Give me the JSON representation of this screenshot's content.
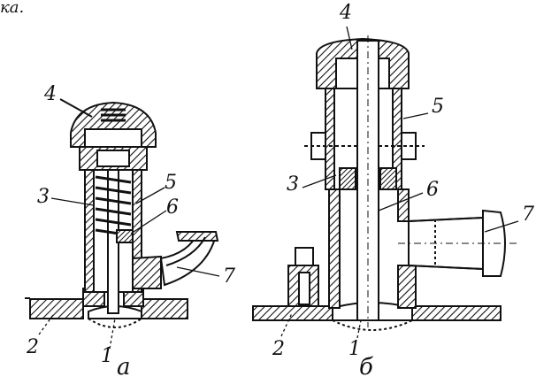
{
  "top_fragment": "ка.",
  "drawing_a": {
    "caption": "а",
    "callouts": [
      "4",
      "3",
      "5",
      "6",
      "7",
      "2",
      "1"
    ]
  },
  "drawing_b": {
    "caption": "б",
    "callouts": [
      "4",
      "5",
      "3",
      "6",
      "7",
      "2",
      "1"
    ]
  },
  "colors": {
    "ink": "#111111",
    "paper": "#ffffff"
  }
}
